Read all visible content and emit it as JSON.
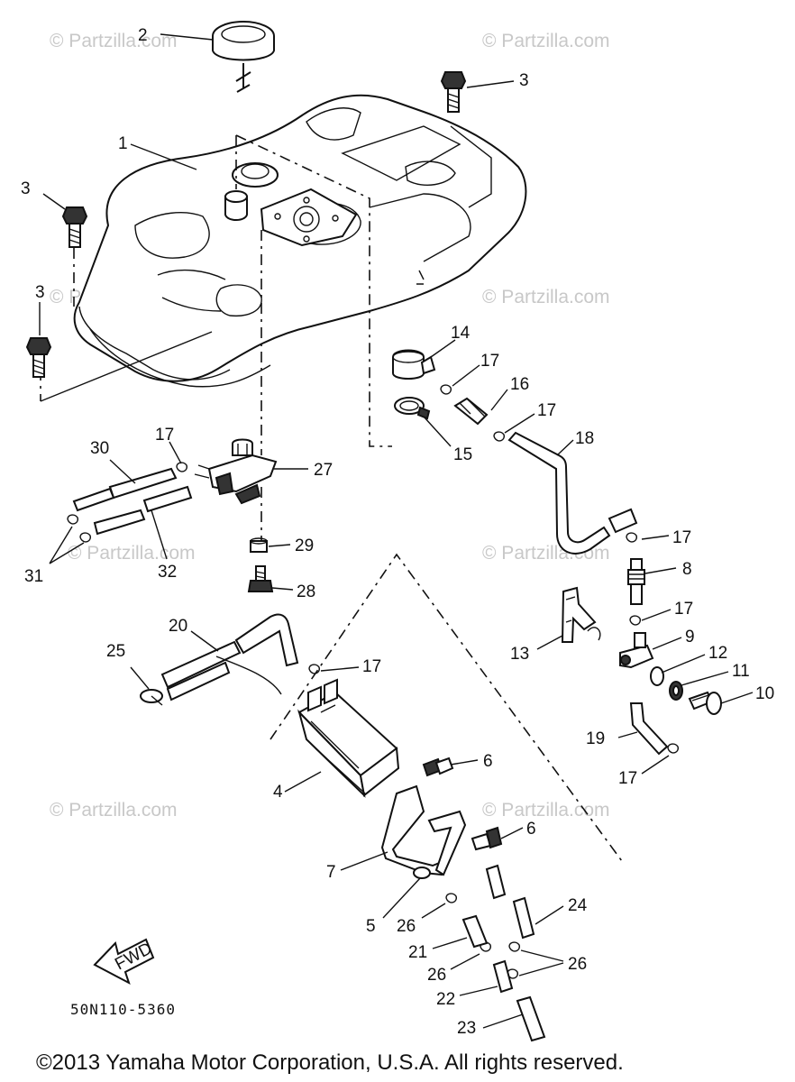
{
  "watermarks": [
    "© Partzilla.com",
    "© Partzilla.com",
    "© Partzilla.com",
    "© Partzilla.com",
    "© Partzilla.com",
    "© Partzilla.com",
    "© Partzilla.com",
    "© Partzilla.com"
  ],
  "callouts": {
    "c1": "1",
    "c2": "2",
    "c3a": "3",
    "c3b": "3",
    "c3c": "3",
    "c4": "4",
    "c5": "5",
    "c6a": "6",
    "c6b": "6",
    "c7": "7",
    "c8": "8",
    "c9": "9",
    "c10": "10",
    "c11": "11",
    "c12": "12",
    "c13": "13",
    "c14": "14",
    "c15": "15",
    "c16": "16",
    "c17a": "17",
    "c17b": "17",
    "c17c": "17",
    "c17d": "17",
    "c17e": "17",
    "c17f": "17",
    "c17g": "17",
    "c18": "18",
    "c19": "19",
    "c20": "20",
    "c21": "21",
    "c22": "22",
    "c23": "23",
    "c24": "24",
    "c25": "25",
    "c26a": "26",
    "c26b": "26",
    "c26c": "26",
    "c27": "27",
    "c28": "28",
    "c29": "29",
    "c30": "30",
    "c31": "31",
    "c32": "32"
  },
  "fwd_label": "FWD",
  "diagram_code": "50N110-5360",
  "copyright": "©2013  Yamaha Motor Corporation, U.S.A. All rights reserved."
}
